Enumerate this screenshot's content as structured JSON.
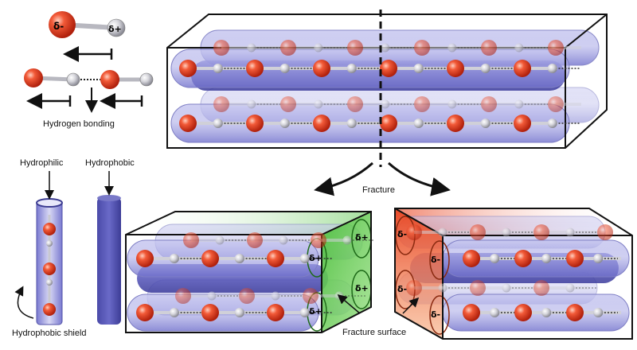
{
  "labels": {
    "hydrogen_bonding": "Hydrogen bonding",
    "hydrophilic": "Hydrophilic",
    "hydrophobic": "Hydrophobic",
    "hydrophobic_shield": "Hydrophobic shield",
    "fracture": "Fracture",
    "fracture_surface": "Fracture surface",
    "delta_minus": "δ-",
    "delta_plus": "δ+"
  },
  "colors": {
    "oxygen": "#e8462a",
    "hydrogen": "#d8d8dc",
    "tube": "#8a8ad8",
    "tube_dark": "#5b5bc0",
    "green_face": "#4cbf3c",
    "orange_face": "#f07a3c"
  }
}
